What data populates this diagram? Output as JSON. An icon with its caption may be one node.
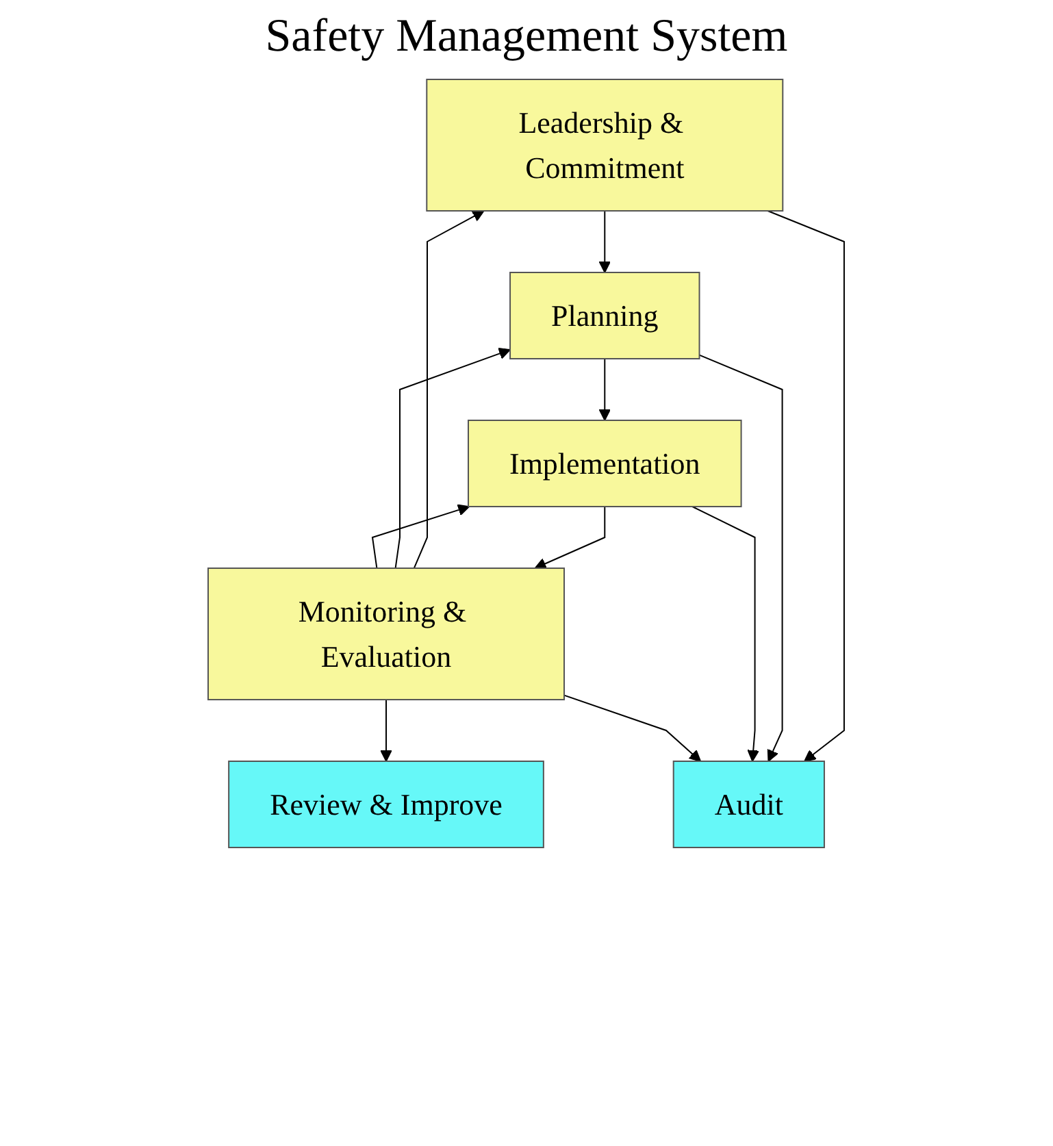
{
  "diagram": {
    "title": "Safety Management System",
    "nodes": [
      {
        "text": [
          "Leadership & Commitment"
        ]
      },
      {
        "text": [
          "Planning"
        ]
      },
      {
        "text": [
          "Implementation"
        ]
      },
      {
        "text": [
          "Monitoring & Evaluation"
        ]
      },
      {
        "text": [
          "Review & Improve"
        ]
      },
      {
        "text": [
          "Audit"
        ]
      }
    ],
    "edges": [
      {
        "from": 0,
        "to": 1,
        "arrow": "to"
      },
      {
        "from": 1,
        "to": 2,
        "arrow": "to"
      },
      {
        "from": 2,
        "to": 3,
        "arrow": "to"
      },
      {
        "from": 3,
        "to": 4,
        "arrow": "to"
      },
      {
        "from": 3,
        "to": 0,
        "arrow": "to"
      },
      {
        "from": 3,
        "to": 1,
        "arrow": "to"
      },
      {
        "from": 3,
        "to": 2,
        "arrow": "to"
      },
      {
        "from": 0,
        "to": 5,
        "arrow": "to"
      },
      {
        "from": 1,
        "to": 5,
        "arrow": "to"
      },
      {
        "from": 2,
        "to": 5,
        "arrow": "to"
      },
      {
        "from": 3,
        "to": 5,
        "arrow": "to"
      }
    ]
  }
}
